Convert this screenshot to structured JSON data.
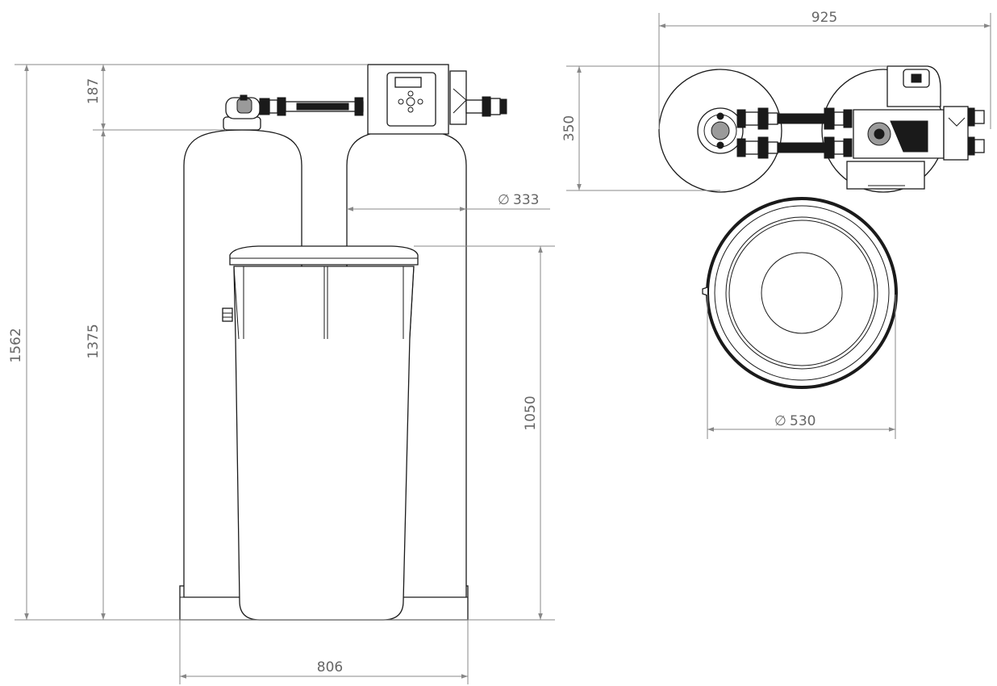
{
  "dimensions": {
    "overall_height": "1562",
    "top_height": "187",
    "tank_height": "1375",
    "tank_diameter": "333",
    "brine_height": "1050",
    "front_width": "806",
    "top_view_width": "925",
    "top_view_depth": "350",
    "brine_diameter": "530",
    "diameter_symbol": "∅"
  },
  "colors": {
    "outline": "#1a1a1a",
    "dimension_line": "#888888",
    "dimension_text": "#666666",
    "background": "#ffffff"
  },
  "icons": [
    "control-valve",
    "display-screen",
    "bypass-valve",
    "flexible-hose"
  ]
}
